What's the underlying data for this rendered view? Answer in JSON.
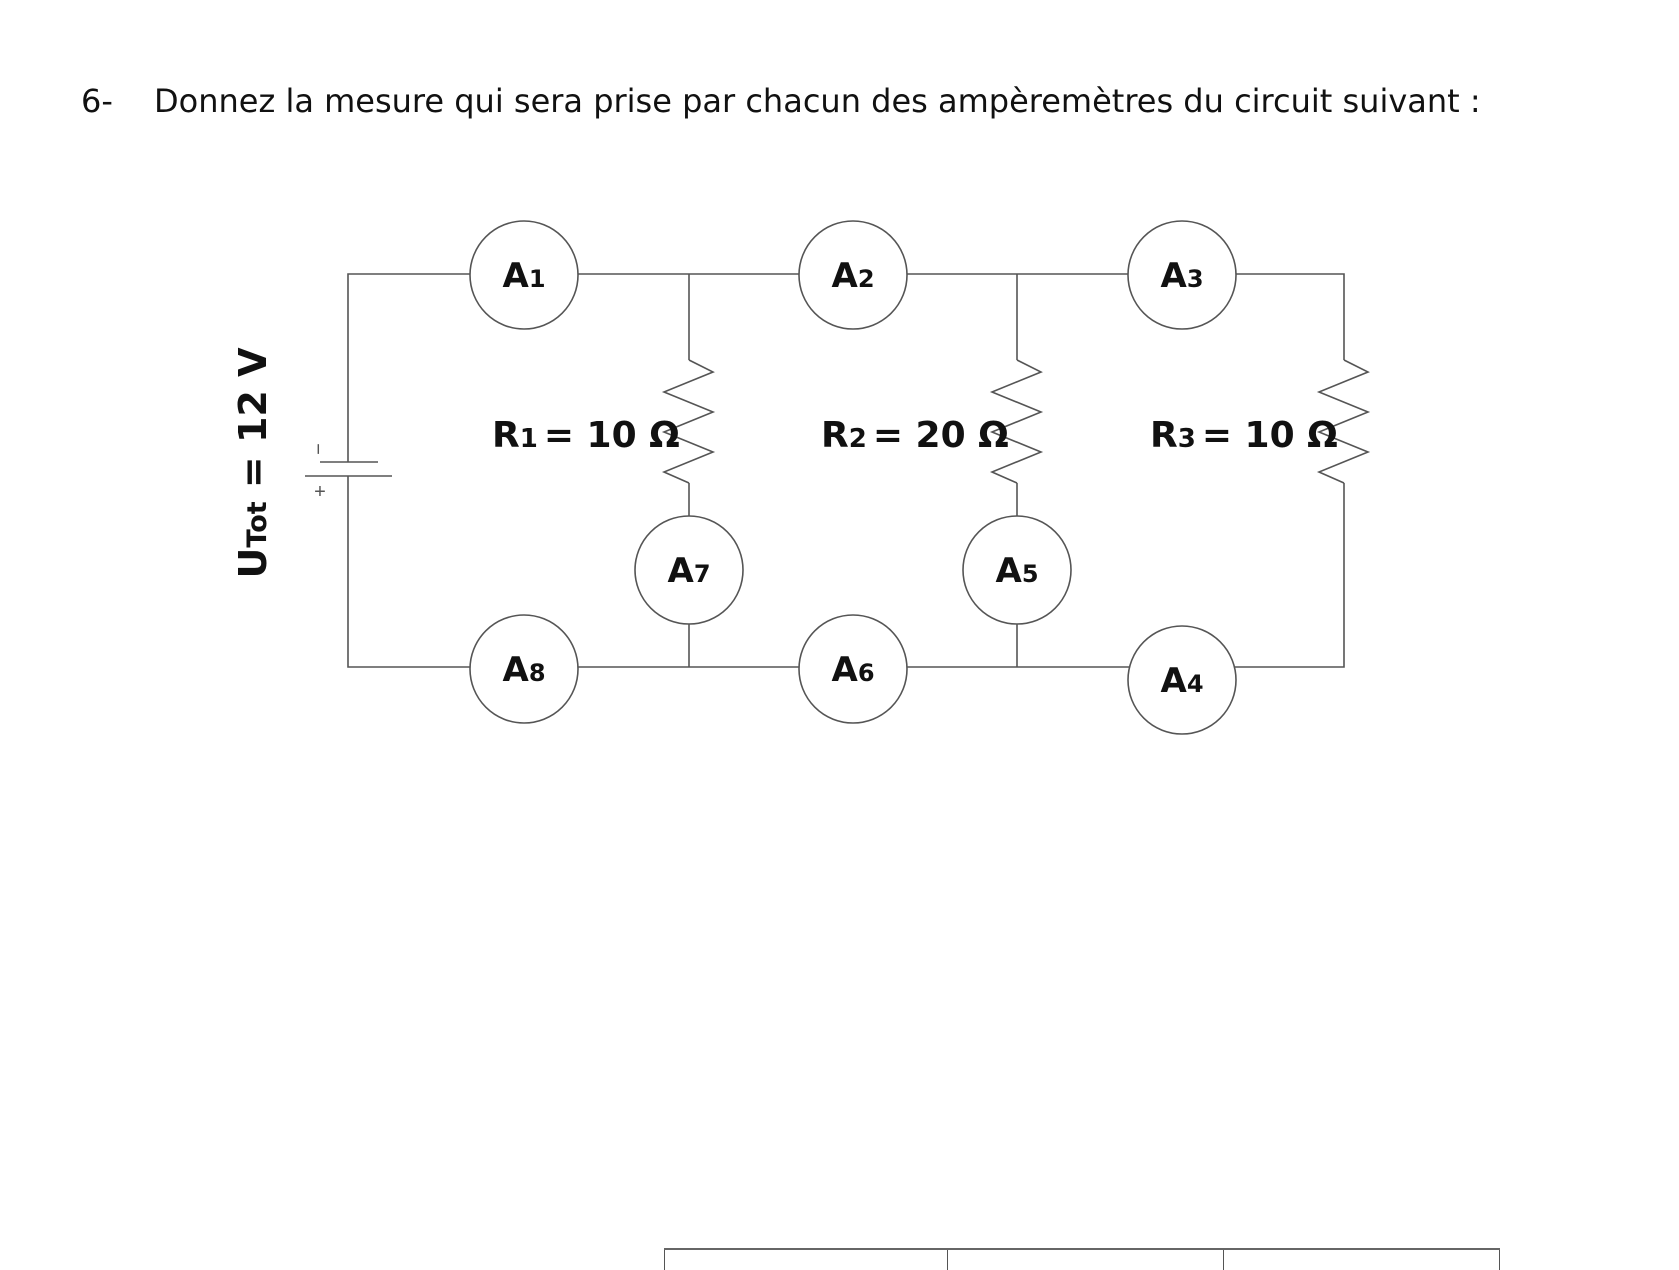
{
  "question": {
    "number": "6-",
    "text": "Donnez la mesure qui sera prise par chacun des ampèremètres du circuit suivant :"
  },
  "circuit": {
    "source": {
      "label_main": "U",
      "label_sub": "Tot",
      "label_rest": " = 12 V",
      "minus": "−",
      "plus": "+"
    },
    "ammeters": [
      {
        "id": "A1",
        "letter": "A",
        "num": "1"
      },
      {
        "id": "A2",
        "letter": "A",
        "num": "2"
      },
      {
        "id": "A3",
        "letter": "A",
        "num": "3"
      },
      {
        "id": "A4",
        "letter": "A",
        "num": "4"
      },
      {
        "id": "A5",
        "letter": "A",
        "num": "5"
      },
      {
        "id": "A6",
        "letter": "A",
        "num": "6"
      },
      {
        "id": "A7",
        "letter": "A",
        "num": "7"
      },
      {
        "id": "A8",
        "letter": "A",
        "num": "8"
      }
    ],
    "resistors": [
      {
        "letter": "R",
        "num": "1",
        "value": "= 10 Ω"
      },
      {
        "letter": "R",
        "num": "2",
        "value": "= 20 Ω"
      },
      {
        "letter": "R",
        "num": "3",
        "value": "= 10 Ω"
      }
    ]
  }
}
